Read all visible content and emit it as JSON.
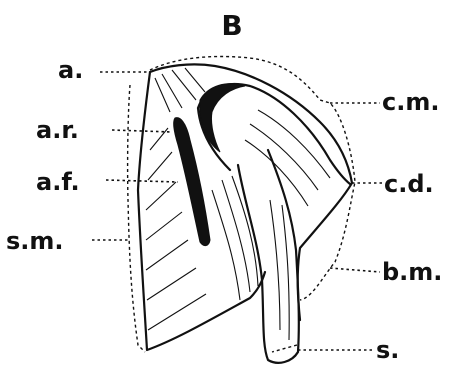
{
  "figure": {
    "panel_label": "B",
    "labels": {
      "a": "a.",
      "ar": "a.r.",
      "af": "a.f.",
      "sm": "s.m.",
      "cm": "c.m.",
      "cd": "c.d.",
      "bm": "b.m.",
      "s": "s."
    }
  }
}
